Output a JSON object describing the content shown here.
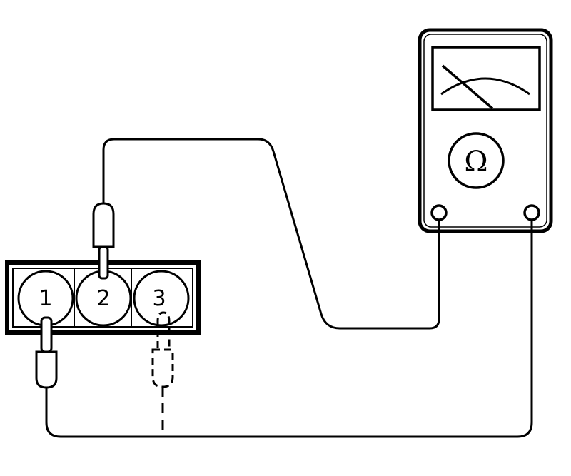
{
  "meter": {
    "symbol": "Ω"
  },
  "connector": {
    "pins": [
      {
        "label": "1"
      },
      {
        "label": "2"
      },
      {
        "label": "3"
      }
    ]
  },
  "colors": {
    "ink": "#000000",
    "paper": "#ffffff"
  }
}
